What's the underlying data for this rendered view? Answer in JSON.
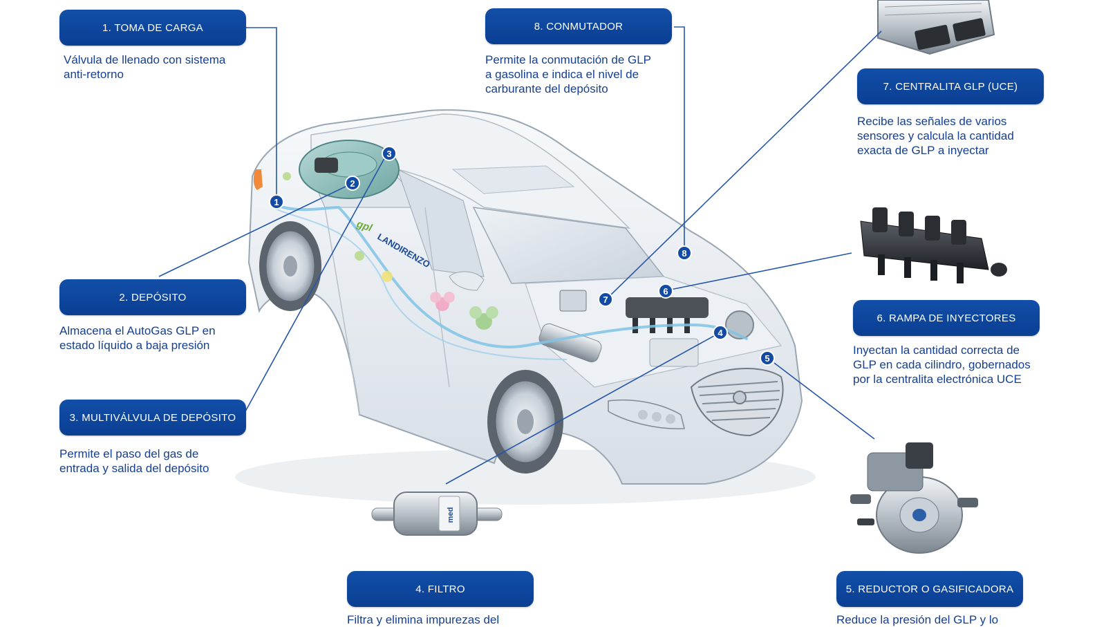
{
  "components": [
    {
      "label": "1. TOMA DE CARGA",
      "description": "Válvula de llenado con sistema\nanti-retorno"
    },
    {
      "label": "2. DEPÓSITO",
      "description": "Almacena el AutoGas GLP en\nestado líquido a baja presión"
    },
    {
      "label": "3. MULTIVÁLVULA DE DEPÓSITO",
      "description": "Permite el paso del gas de\nentrada y salida del depósito"
    },
    {
      "label": "4. FILTRO",
      "description": "Filtra y elimina impurezas del"
    },
    {
      "label": "5. REDUCTOR O GASIFICADORA",
      "description": "Reduce la presión del GLP y lo"
    },
    {
      "label": "6. RAMPA DE INYECTORES",
      "description": "Inyectan la cantidad correcta de\nGLP en cada cilindro, gobernados\npor la centralita electrónica UCE"
    },
    {
      "label": "7. CENTRALITA GLP (UCE)",
      "description": "Recibe las señales de varios\nsensores y calcula la cantidad\nexacta de GLP a inyectar"
    },
    {
      "label": "8. CONMUTADOR",
      "description": "Permite la conmutación de GLP\na gasolina e indica el nivel de\ncarburante del depósito"
    }
  ],
  "markers": [
    "1",
    "2",
    "3",
    "4",
    "5",
    "6",
    "7",
    "8"
  ],
  "car_branding": {
    "line1": "gpl",
    "line2": "LANDIRENZO"
  },
  "filter_brand": "med",
  "colors": {
    "accent": "#0d47a1",
    "text": "#153f8f",
    "line": "#2456a8",
    "car_body": "#e9eef3",
    "gas_line": "#7fc3e6"
  }
}
